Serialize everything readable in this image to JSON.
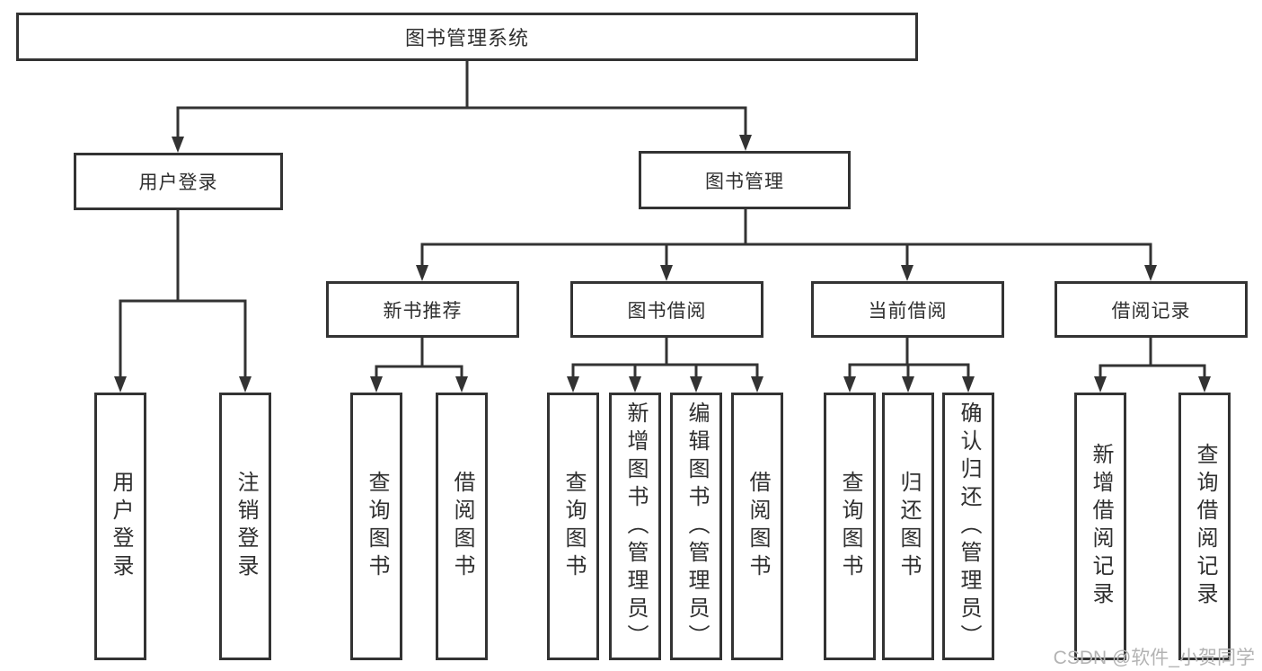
{
  "diagram": {
    "title": "图书管理系统",
    "tree": {
      "label": "图书管理系统",
      "children": [
        {
          "label": "用户登录",
          "children": [
            {
              "label": "用户登录"
            },
            {
              "label": "注销登录"
            }
          ]
        },
        {
          "label": "图书管理",
          "children": [
            {
              "label": "新书推荐",
              "children": [
                {
                  "label": "查询图书"
                },
                {
                  "label": "借阅图书"
                }
              ]
            },
            {
              "label": "图书借阅",
              "children": [
                {
                  "label": "查询图书"
                },
                {
                  "label": "新增图书（管理员）"
                },
                {
                  "label": "编辑图书（管理员）"
                },
                {
                  "label": "借阅图书"
                }
              ]
            },
            {
              "label": "当前借阅",
              "children": [
                {
                  "label": "查询图书"
                },
                {
                  "label": "归还图书"
                },
                {
                  "label": "确认归还（管理员）"
                }
              ]
            },
            {
              "label": "借阅记录",
              "children": [
                {
                  "label": "新增借阅记录"
                },
                {
                  "label": "查询借阅记录"
                }
              ]
            }
          ]
        }
      ]
    }
  },
  "watermark": {
    "text": "CSDN @软件_小贺同学",
    "color": "#b3b3b3"
  },
  "colors": {
    "line": "#333333",
    "border": "#333333",
    "text": "#2f2f2f",
    "background": "#ffffff"
  }
}
